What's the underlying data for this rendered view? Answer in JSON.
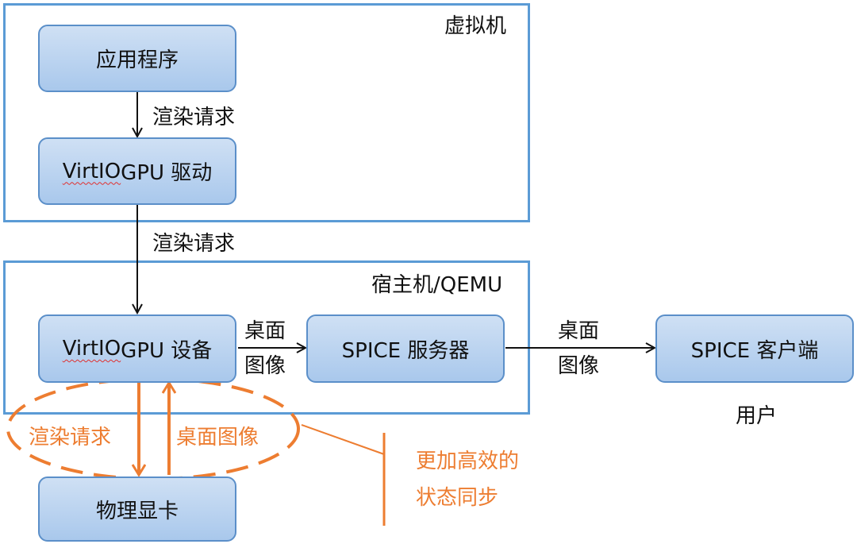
{
  "vm": {
    "title": "虚拟机",
    "app_node": "应用程序",
    "arrow1_label": "渲染请求",
    "driver_prefix": "VirtIO",
    "driver_suffix": " GPU 驱动"
  },
  "between_label": "渲染请求",
  "host": {
    "title": "宿主机/QEMU",
    "device_prefix": "VirtIO",
    "device_suffix": " GPU 设备",
    "desktop_label_line1": "桌面",
    "desktop_label_line2": "图像",
    "spice_server": "SPICE 服务器"
  },
  "client": {
    "label_line1": "桌面",
    "label_line2": "图像",
    "spice_client": "SPICE 客户端",
    "user_label": "用户"
  },
  "physical": {
    "gpu_node": "物理显卡",
    "down_label": "渲染请求",
    "up_label": "桌面图像",
    "note_line1": "更加高效的",
    "note_line2": "状态同步"
  },
  "colors": {
    "frame": "#5b9bd5",
    "node_fill": "#b4cff0",
    "highlight": "#ed7d31"
  }
}
